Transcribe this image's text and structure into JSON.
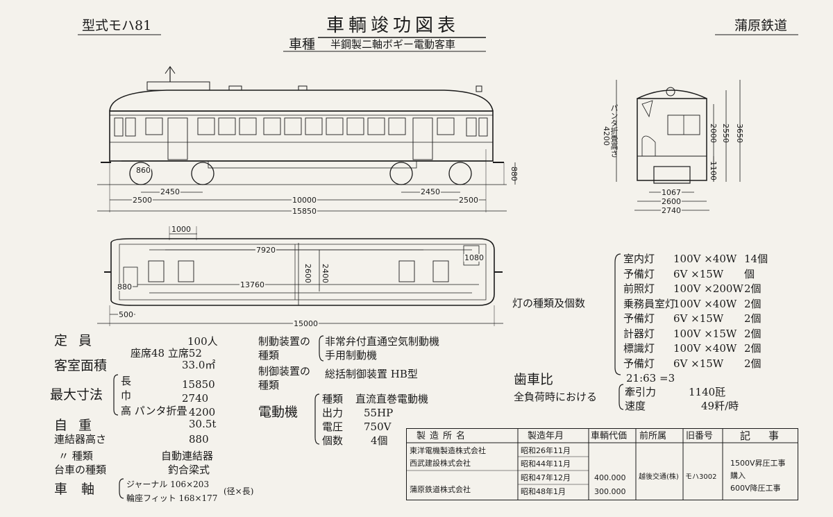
{
  "header": {
    "model": "型式モハ81",
    "title": "車輌竣功図表",
    "type_prefix": "車種",
    "type_value": "半鋼製二軸ボギー電動客車",
    "railway": "蒲原鉄道"
  },
  "dimensions": {
    "side": {
      "wheel_dia": "860",
      "truck_left": "2450",
      "truck_right": "2450",
      "overhang_left": "2500",
      "overhang_right": "2500",
      "center": "10000",
      "overall": "15850",
      "coupler": "880"
    },
    "end": {
      "panto_height": "4200",
      "panto_note": "パンタ折畳高さ",
      "h2000": "2000",
      "h2550": "2550",
      "h3650": "3650",
      "h1100": "1100",
      "gauge": "1067",
      "w2600": "2600",
      "w2740": "2740"
    },
    "plan": {
      "door": "1000",
      "seat": "7920",
      "w2600": "2600",
      "w2400": "2400",
      "interior": "13760",
      "cab": "880",
      "end_off": "500",
      "overall": "15000",
      "cab_right": "1080"
    }
  },
  "specs": {
    "capacity_label": "定員",
    "capacity_total": "100人",
    "capacity_detail": "座席48 立席52",
    "floor_label": "客室面積",
    "floor_value": "33.0㎡",
    "maxdim_label": "最大寸法",
    "len_label": "長",
    "len_value": "15850",
    "wid_label": "巾",
    "wid_value": "2740",
    "hgt_label": "高 パンタ折畳",
    "hgt_value": "4200",
    "weight_label": "自重",
    "weight_value": "30.5t",
    "coupler_h_label": "連結器高さ",
    "coupler_h_value": "880",
    "coupler_type_label": "〃 種類",
    "coupler_type_value": "自動連結器",
    "truck_label": "台車の種類",
    "truck_value": "釣合梁式",
    "axle_label": "車軸",
    "axle_journal": "ジャーナル 106×203",
    "axle_wheelfit": "輪座フィット 168×177",
    "axle_note": "(径×長)"
  },
  "equipment": {
    "brake_label": "制動装置の種類",
    "brake_1": "非常弁付直通空気制動機",
    "brake_2": "手用制動機",
    "control_label": "制御装置の種類",
    "control_value": "総括制御装置 HB型",
    "motor_label": "電動機",
    "motor_type_label": "種類",
    "motor_type_value": "直流直巻電動機",
    "motor_output_label": "出力",
    "motor_output_value": "55HP",
    "motor_voltage_label": "電圧",
    "motor_voltage_value": "750V",
    "motor_count_label": "個数",
    "motor_count_value": "4個"
  },
  "gear": {
    "label": "歯車比",
    "ratio": "21:63 =3",
    "note": "全負荷時における",
    "traction_label": "牽引力",
    "traction_value": "1140瓩",
    "speed_label": "速度",
    "speed_value": "49粁/時"
  },
  "lights": {
    "label": "灯の種類及個数",
    "rows": [
      {
        "name": "室内灯",
        "spec": "100V ×40W",
        "qty": "14個"
      },
      {
        "name": "予備灯",
        "spec": "6V ×15W",
        "qty": "個"
      },
      {
        "name": "前照灯",
        "spec": "100V ×200W",
        "qty": "2個"
      },
      {
        "name": "乗務員室灯",
        "spec": "100V ×40W",
        "qty": "2個"
      },
      {
        "name": "予備灯",
        "spec": "6V ×15W",
        "qty": "2個"
      },
      {
        "name": "計器灯",
        "spec": "100V ×15W",
        "qty": "2個"
      },
      {
        "name": "標識灯",
        "spec": "100V ×40W",
        "qty": "2個"
      },
      {
        "name": "予備灯",
        "spec": "6V ×15W",
        "qty": "2個"
      }
    ]
  },
  "maker_table": {
    "headers": [
      "製造所名",
      "製造年月",
      "車輌代価",
      "前所属",
      "旧番号",
      "記事"
    ],
    "makers": [
      "東洋電機製造株式会社",
      "西武建設株式会社",
      "蒲原鉄道株式会社"
    ],
    "dates": [
      "昭和26年11月",
      "昭和44年11月",
      "昭和47年12月",
      "昭和48年1月"
    ],
    "prices": [
      "400.000",
      "300.000"
    ],
    "prev_owner": "越後交通(株)",
    "old_number": "モハ3002",
    "notes": [
      "1500V昇圧工事",
      "購入",
      "600V降圧工事"
    ]
  }
}
